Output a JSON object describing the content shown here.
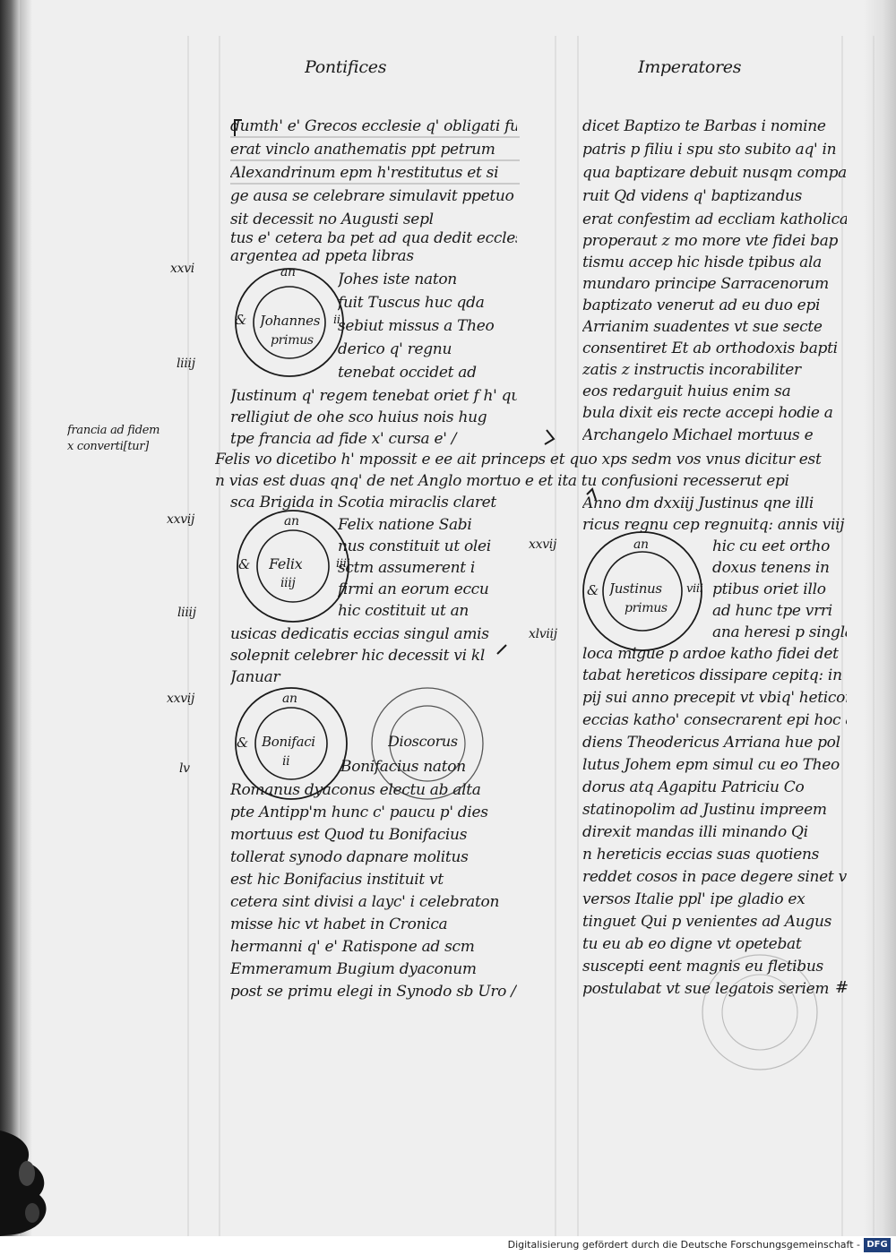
{
  "headings": {
    "left": "Pontifices",
    "right": "Imperatores"
  },
  "margin_notes": {
    "francia": [
      "francia ad fidem",
      "x converti[tur]"
    ],
    "year_1": "xxvi",
    "year_2": "liiij",
    "year_3": "xxvij",
    "year_4": "liiij",
    "year_5": "xxvij",
    "year_6": "xlviij",
    "year_7": "xxvij",
    "year_8": "lv"
  },
  "circles": {
    "johannes": {
      "top": "an",
      "left": "&",
      "name1": "Johannes",
      "name2": "primus",
      "right": "ii"
    },
    "felix": {
      "top": "an",
      "left": "&",
      "name1": "Felix",
      "name2": "iiij",
      "right": "iiii"
    },
    "bonifacius": {
      "top": "an",
      "left": "&",
      "name1": "Bonifaci",
      "name2": "ii",
      "right": ""
    },
    "dioscorus": {
      "name1": "Dioscorus"
    },
    "justinus": {
      "top": "an",
      "left": "&",
      "name1": "Justinus",
      "name2": "primus",
      "right": "viii"
    }
  },
  "left_column": [
    "dumth' e' Grecos ecclesie q' obligati fu",
    "erat vinclo anathematis ppt petrum",
    "Alexandrinum epm h'restitutus et si",
    "ge ausa se celebrare simulavit ppetuo",
    "sit decessit no Augusti sepl",
    "tus e' cetera ba pet ad qua dedit ecclesie",
    "argentea ad ppeta libras"
  ],
  "johannes_text": [
    "Johes iste naton",
    "fuit Tuscus huc qda",
    "sebiut missus a Theo",
    "derico q' regnu",
    "tenebat occidet ad"
  ],
  "left_after_johannes": [
    "Justinum q' regem tenebat oriet f h' qua",
    "relligiut de ohe sco huius nois hug",
    "tpe francia ad fide x' cursa e' /"
  ],
  "full_lines": [
    "Felis vo dicetibo h' mpossit e ee ait princeps et quo xps sedm vos vnus dicitur est",
    "n vias est duas qnq' de net Anglo mortuo e et ita tu confusioni recesserut epi",
    "sca Brigida in Scotia miraclis claret"
  ],
  "felix_text": [
    "Felix natione Sabi",
    "nus constituit ut olei",
    "sctm assumerent i",
    "firmi an eorum eccu",
    "hic costituit ut an"
  ],
  "left_after_felix": [
    "usicas dedicatis eccias singul amis",
    "solepnit celebrer hic decessit vi kl",
    "Januar"
  ],
  "bonifacius_text": [
    "Bonifacius naton"
  ],
  "left_after_bonifacius": [
    "Romanus dyaconus electu ab alta",
    "pte Antipp'm hunc c' paucu p' dies",
    "mortuus est Quod tu Bonifacius",
    "tollerat synodo dapnare molitus",
    "est hic Bonifacius instituit vt",
    "cetera sint divisi a layc' i celebraton",
    "misse hic vt habet in Cronica",
    "hermanni q' e' Ratispone ad scm",
    "Emmeramum Bugium dyaconum",
    "post se primu elegi in Synodo sb Uro /"
  ],
  "right_column_top": [
    "dicet Baptizo te Barbas i nomine",
    "patris p filiu i spu sto subito aq' in",
    "qua baptizare debuit nusqm compa",
    "ruit Qd videns q' baptizandus",
    "erat confestim ad eccliam katholica",
    "properaut z mo more vte fidei bap",
    "tismu accep hic hisde tpibus ala",
    "mundaro principe Sarracenorum",
    "baptizato venerut ad eu duo epi",
    "Arrianim suadentes vt sue secte",
    "consentiret Et ab orthodoxis bapti",
    "zatis z instructis incorabiliter",
    "eos redarguit huius enim sa",
    "bula dixit eis recte accepi hodie a",
    "Archangelo Michael mortuus e"
  ],
  "right_after_full": [
    "Anno dm dxxiij Justinus qne illi",
    "ricus regnu cep regnuitq: annis viij"
  ],
  "justinus_text": [
    "hic cu eet ortho",
    "doxus tenens in",
    "ptibus oriet illo",
    "ad hunc tpe vrri"
  ],
  "right_after_justinus": [
    "ana heresi p singla",
    "loca migue p ardoe katho fidei det",
    "tabat hereticos dissipare cepitq: in",
    "pij sui anno precepit vt vbiq' heticon",
    "eccias katho' consecrarent epi hoc au",
    "diens Theodericus Arriana hue pol",
    "lutus Johem epm simul cu eo Theo",
    "dorus atq Agapitu Patriciu Co",
    "statinopolim ad Justinu impreem",
    "direxit mandas illi minando Qi",
    "n hereticis eccias suas quotiens",
    "reddet cosos in pace degere sinet vni",
    "versos Italie ppl' ipe gladio ex",
    "tinguet Qui p venientes ad Augus",
    "tu eu ab eo digne vt opetebat",
    "suscepti eent magnis eu fletibus",
    "postulabat vt sue legatois seriem"
  ],
  "right_end_mark": "#",
  "footer": {
    "text": "Digitalisierung gefördert durch die Deutsche Forschungsgemeinschaft -",
    "logo": "DFG"
  }
}
